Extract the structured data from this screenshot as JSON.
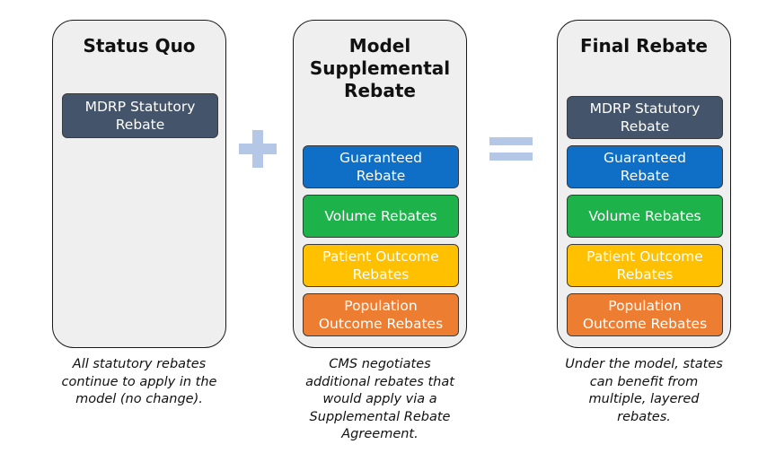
{
  "panels": {
    "status_quo": {
      "title": "Status Quo",
      "rebates": [
        "MDRP Statutory\nRebate"
      ],
      "caption": "All statutory rebates\ncontinue to apply in the\nmodel (no change)."
    },
    "model": {
      "title": "Model\nSupplemental\nRebate",
      "rebates": [
        "Guaranteed\nRebate",
        "Volume Rebates",
        "Patient Outcome\nRebates",
        "Population\nOutcome Rebates"
      ],
      "caption": "CMS negotiates\nadditional rebates that\nwould apply via a\nSupplemental Rebate\nAgreement."
    },
    "final": {
      "title": "Final Rebate",
      "rebates": [
        "MDRP Statutory\nRebate",
        "Guaranteed\nRebate",
        "Volume Rebates",
        "Patient Outcome\nRebates",
        "Population\nOutcome Rebates"
      ],
      "caption": "Under the model, states\ncan benefit from\nmultiple, layered\nrebates."
    }
  },
  "colors": {
    "mdrp": "#44546a",
    "guaranteed": "#0f6fc6",
    "volume": "#1db34a",
    "patient_outcome": "#ffc000",
    "population_outcome": "#ed7d31",
    "operator": "#b4c7e7",
    "panel_bg": "#efefef"
  },
  "icons": {
    "plus": "plus-icon",
    "equals": "equals-icon"
  }
}
